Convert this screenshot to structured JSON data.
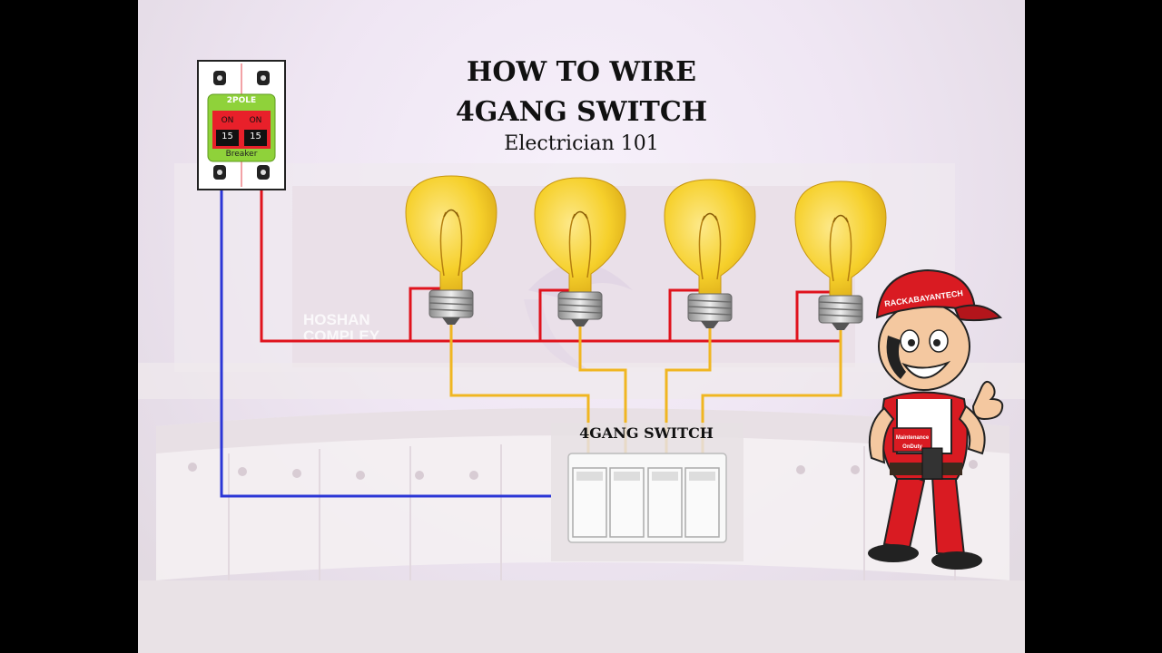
{
  "header": {
    "title_line1": "HOW TO WIRE",
    "title_line2": "4GANG SWITCH",
    "subtitle": "Electrician 101"
  },
  "breaker": {
    "label": "2POLE",
    "pole1_state": "ON",
    "pole2_state": "ON",
    "pole1_rating": "15",
    "pole2_rating": "15",
    "caption": "Breaker"
  },
  "switch": {
    "label": "4GANG SWITCH",
    "gang_count": 4
  },
  "bulbs": {
    "count": 4
  },
  "background": {
    "watermark_line1": "HOSHAN",
    "watermark_line2": "COMPLEY"
  },
  "mascot": {
    "cap_text": "RACKABAYANTECH",
    "badge_line1": "Maintenance",
    "badge_line2": "OnDuty"
  },
  "colors": {
    "hot_wire": "#e0131d",
    "neutral_wire": "#2b36d6",
    "switched_wire": "#f0b621",
    "bulb_glass": "#f6d02b",
    "breaker_green": "#8fd23a",
    "breaker_red": "#e8202a",
    "mascot_red": "#d91b22"
  }
}
